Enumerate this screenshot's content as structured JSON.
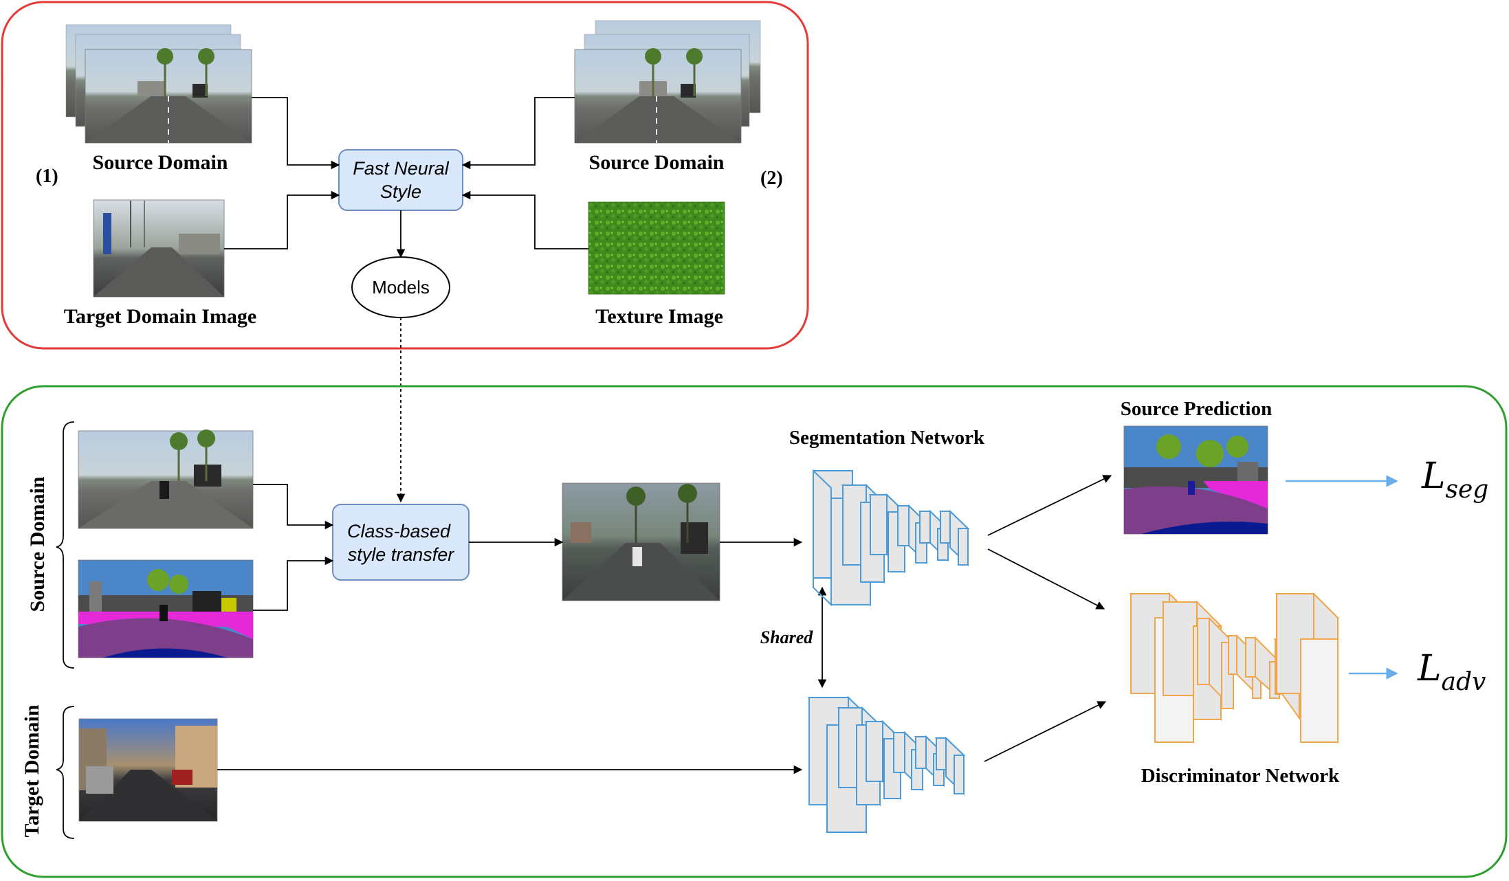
{
  "style_transfer_panel": {
    "marker_1": "(1)",
    "marker_2": "(2)",
    "source_domain_left_label": "Source Domain",
    "source_domain_right_label": "Source Domain",
    "target_domain_image_label": "Target Domain Image",
    "texture_image_label": "Texture Image",
    "fast_neural_style_line1": "Fast Neural",
    "fast_neural_style_line2": "Style",
    "models_label": "Models"
  },
  "adaptation_panel": {
    "source_domain_side_label": "Source Domain",
    "target_domain_side_label": "Target Domain",
    "class_based_line1": "Class-based",
    "class_based_line2": "style transfer",
    "segmentation_network_label": "Segmentation Network",
    "shared_label": "Shared",
    "source_prediction_label": "Source Prediction",
    "discriminator_network_label": "Discriminator Network",
    "loss_seg_symbol": "L",
    "loss_seg_subscript": "seg",
    "loss_adv_symbol": "L",
    "loss_adv_subscript": "adv"
  },
  "colors": {
    "top_panel_border": "#e53935",
    "bottom_panel_border": "#2e9e2e",
    "process_box_fill": "#dae8fc",
    "process_box_stroke": "#6c8ebf",
    "segmentation_block_stroke": "#4a9bd8",
    "discriminator_block_stroke": "#f0a64a",
    "block_fill": "#e6e6e6",
    "loss_arrow": "#6aaee8"
  }
}
